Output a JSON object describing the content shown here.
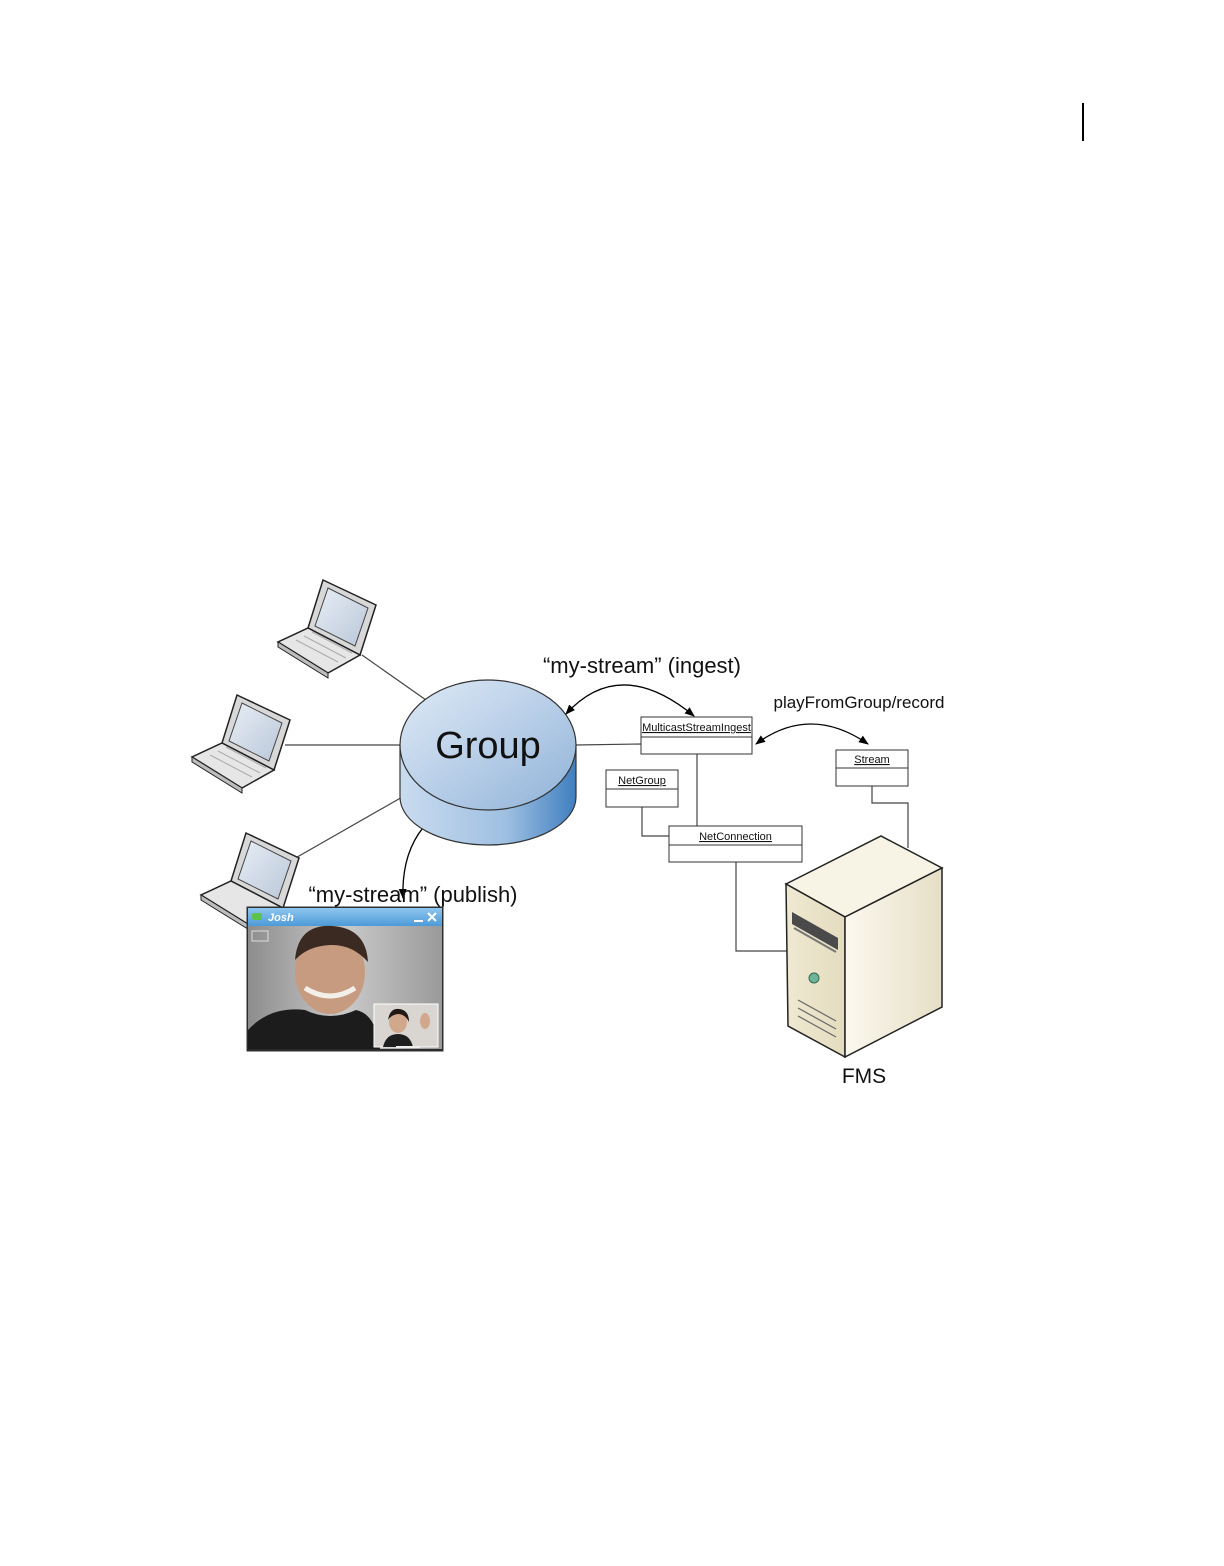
{
  "diagram": {
    "group_label": "Group",
    "ingest_label": "“my-stream” (ingest)",
    "play_record_label": "playFromGroup/record",
    "publish_label": "“my-stream” (publish)",
    "server_label": "FMS",
    "classes": {
      "multicast": "MulticastStreamIngest",
      "netgroup": "NetGroup",
      "netconnection": "NetConnection",
      "stream": "Stream"
    },
    "video_window": {
      "title": "Josh"
    }
  }
}
